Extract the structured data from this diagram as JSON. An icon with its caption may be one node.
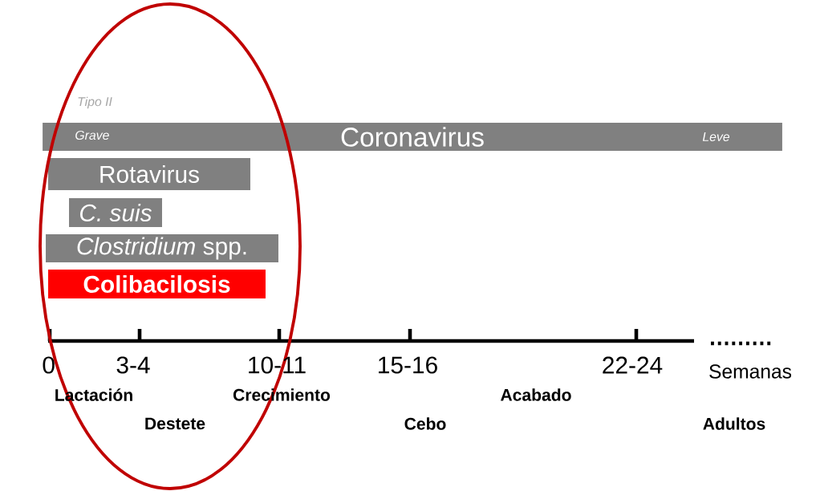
{
  "diagram": {
    "nodes": [
      {
        "text": [
          "Grave",
          "Coronavirus",
          "Leve"
        ]
      },
      {
        "text": [
          "Rotavirus"
        ]
      },
      {
        "text": [
          "C. suis"
        ]
      },
      {
        "text": [
          "*Clostridium* spp."
        ]
      },
      {
        "text": [
          "Colibacilosis"
        ]
      }
    ],
    "labels": [
      "Tipo II",
      "0",
      "3-4",
      "10-11",
      "15-16",
      "22-24",
      "Semanas",
      "Lactación",
      "Crecimiento",
      "Acabado",
      "Destete",
      "Cebo",
      "Adultos"
    ]
  }
}
